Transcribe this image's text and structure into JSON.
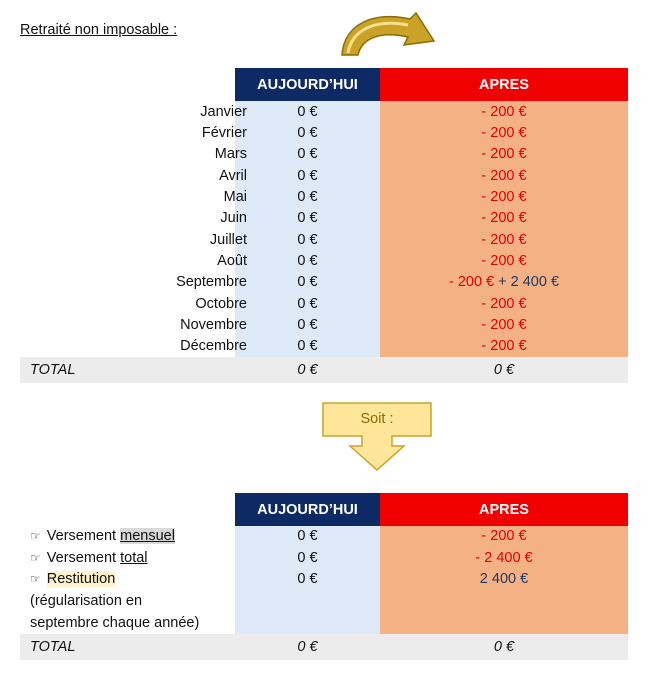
{
  "title": "Retraité non imposable :",
  "table1": {
    "header_today": "AUJOURD’HUI",
    "header_after": "APRES",
    "rows": [
      {
        "month": "Janvier",
        "today": "0 €",
        "after_neg": "- 200 €",
        "after_pos": ""
      },
      {
        "month": "Février",
        "today": "0 €",
        "after_neg": "- 200 €",
        "after_pos": ""
      },
      {
        "month": "Mars",
        "today": "0 €",
        "after_neg": "- 200 €",
        "after_pos": ""
      },
      {
        "month": "Avril",
        "today": "0 €",
        "after_neg": "- 200 €",
        "after_pos": ""
      },
      {
        "month": "Mai",
        "today": "0 €",
        "after_neg": "- 200 €",
        "after_pos": ""
      },
      {
        "month": "Juin",
        "today": "0 €",
        "after_neg": "- 200 €",
        "after_pos": ""
      },
      {
        "month": "Juillet",
        "today": "0 €",
        "after_neg": "- 200 €",
        "after_pos": ""
      },
      {
        "month": "Août",
        "today": "0 €",
        "after_neg": "- 200 €",
        "after_pos": ""
      },
      {
        "month": "Septembre",
        "today": "0 €",
        "after_neg": "- 200 €",
        "after_pos": "+ 2 400 €"
      },
      {
        "month": "Octobre",
        "today": "0 €",
        "after_neg": "- 200 €",
        "after_pos": ""
      },
      {
        "month": "Novembre",
        "today": "0 €",
        "after_neg": "- 200 €",
        "after_pos": ""
      },
      {
        "month": "Décembre",
        "today": "0 €",
        "after_neg": "- 200 €",
        "after_pos": ""
      }
    ],
    "total_label": "TOTAL",
    "total_today": "0 €",
    "total_after": "0 €"
  },
  "soit_label": "Soit :",
  "table2": {
    "header_today": "AUJOURD’HUI",
    "header_after": "APRES",
    "rows": [
      {
        "prefix": "Versement ",
        "word": "mensuel",
        "today": "0 €",
        "after": "- 200 €"
      },
      {
        "prefix": "Versement ",
        "word": "total",
        "today": "0 €",
        "after": "- 2 400 €"
      },
      {
        "prefix": "",
        "word": "Restitution",
        "today": "0 €",
        "after": "2 400 €"
      }
    ],
    "note_line1": "(régularisation en",
    "note_line2": "septembre chaque année)",
    "total_label": "TOTAL",
    "total_today": "0 €",
    "total_after": "0 €"
  },
  "icons": {
    "bullet": "pointing-hand-icon",
    "top_arrow": "curved-arrow-icon",
    "down_arrow": "down-arrow-icon"
  },
  "colors": {
    "navy": "#0e2a64",
    "red": "#f00000",
    "light_blue": "#dde9f7",
    "salmon": "#f4b183",
    "negative": "#e60000",
    "positive": "#1f3864"
  }
}
